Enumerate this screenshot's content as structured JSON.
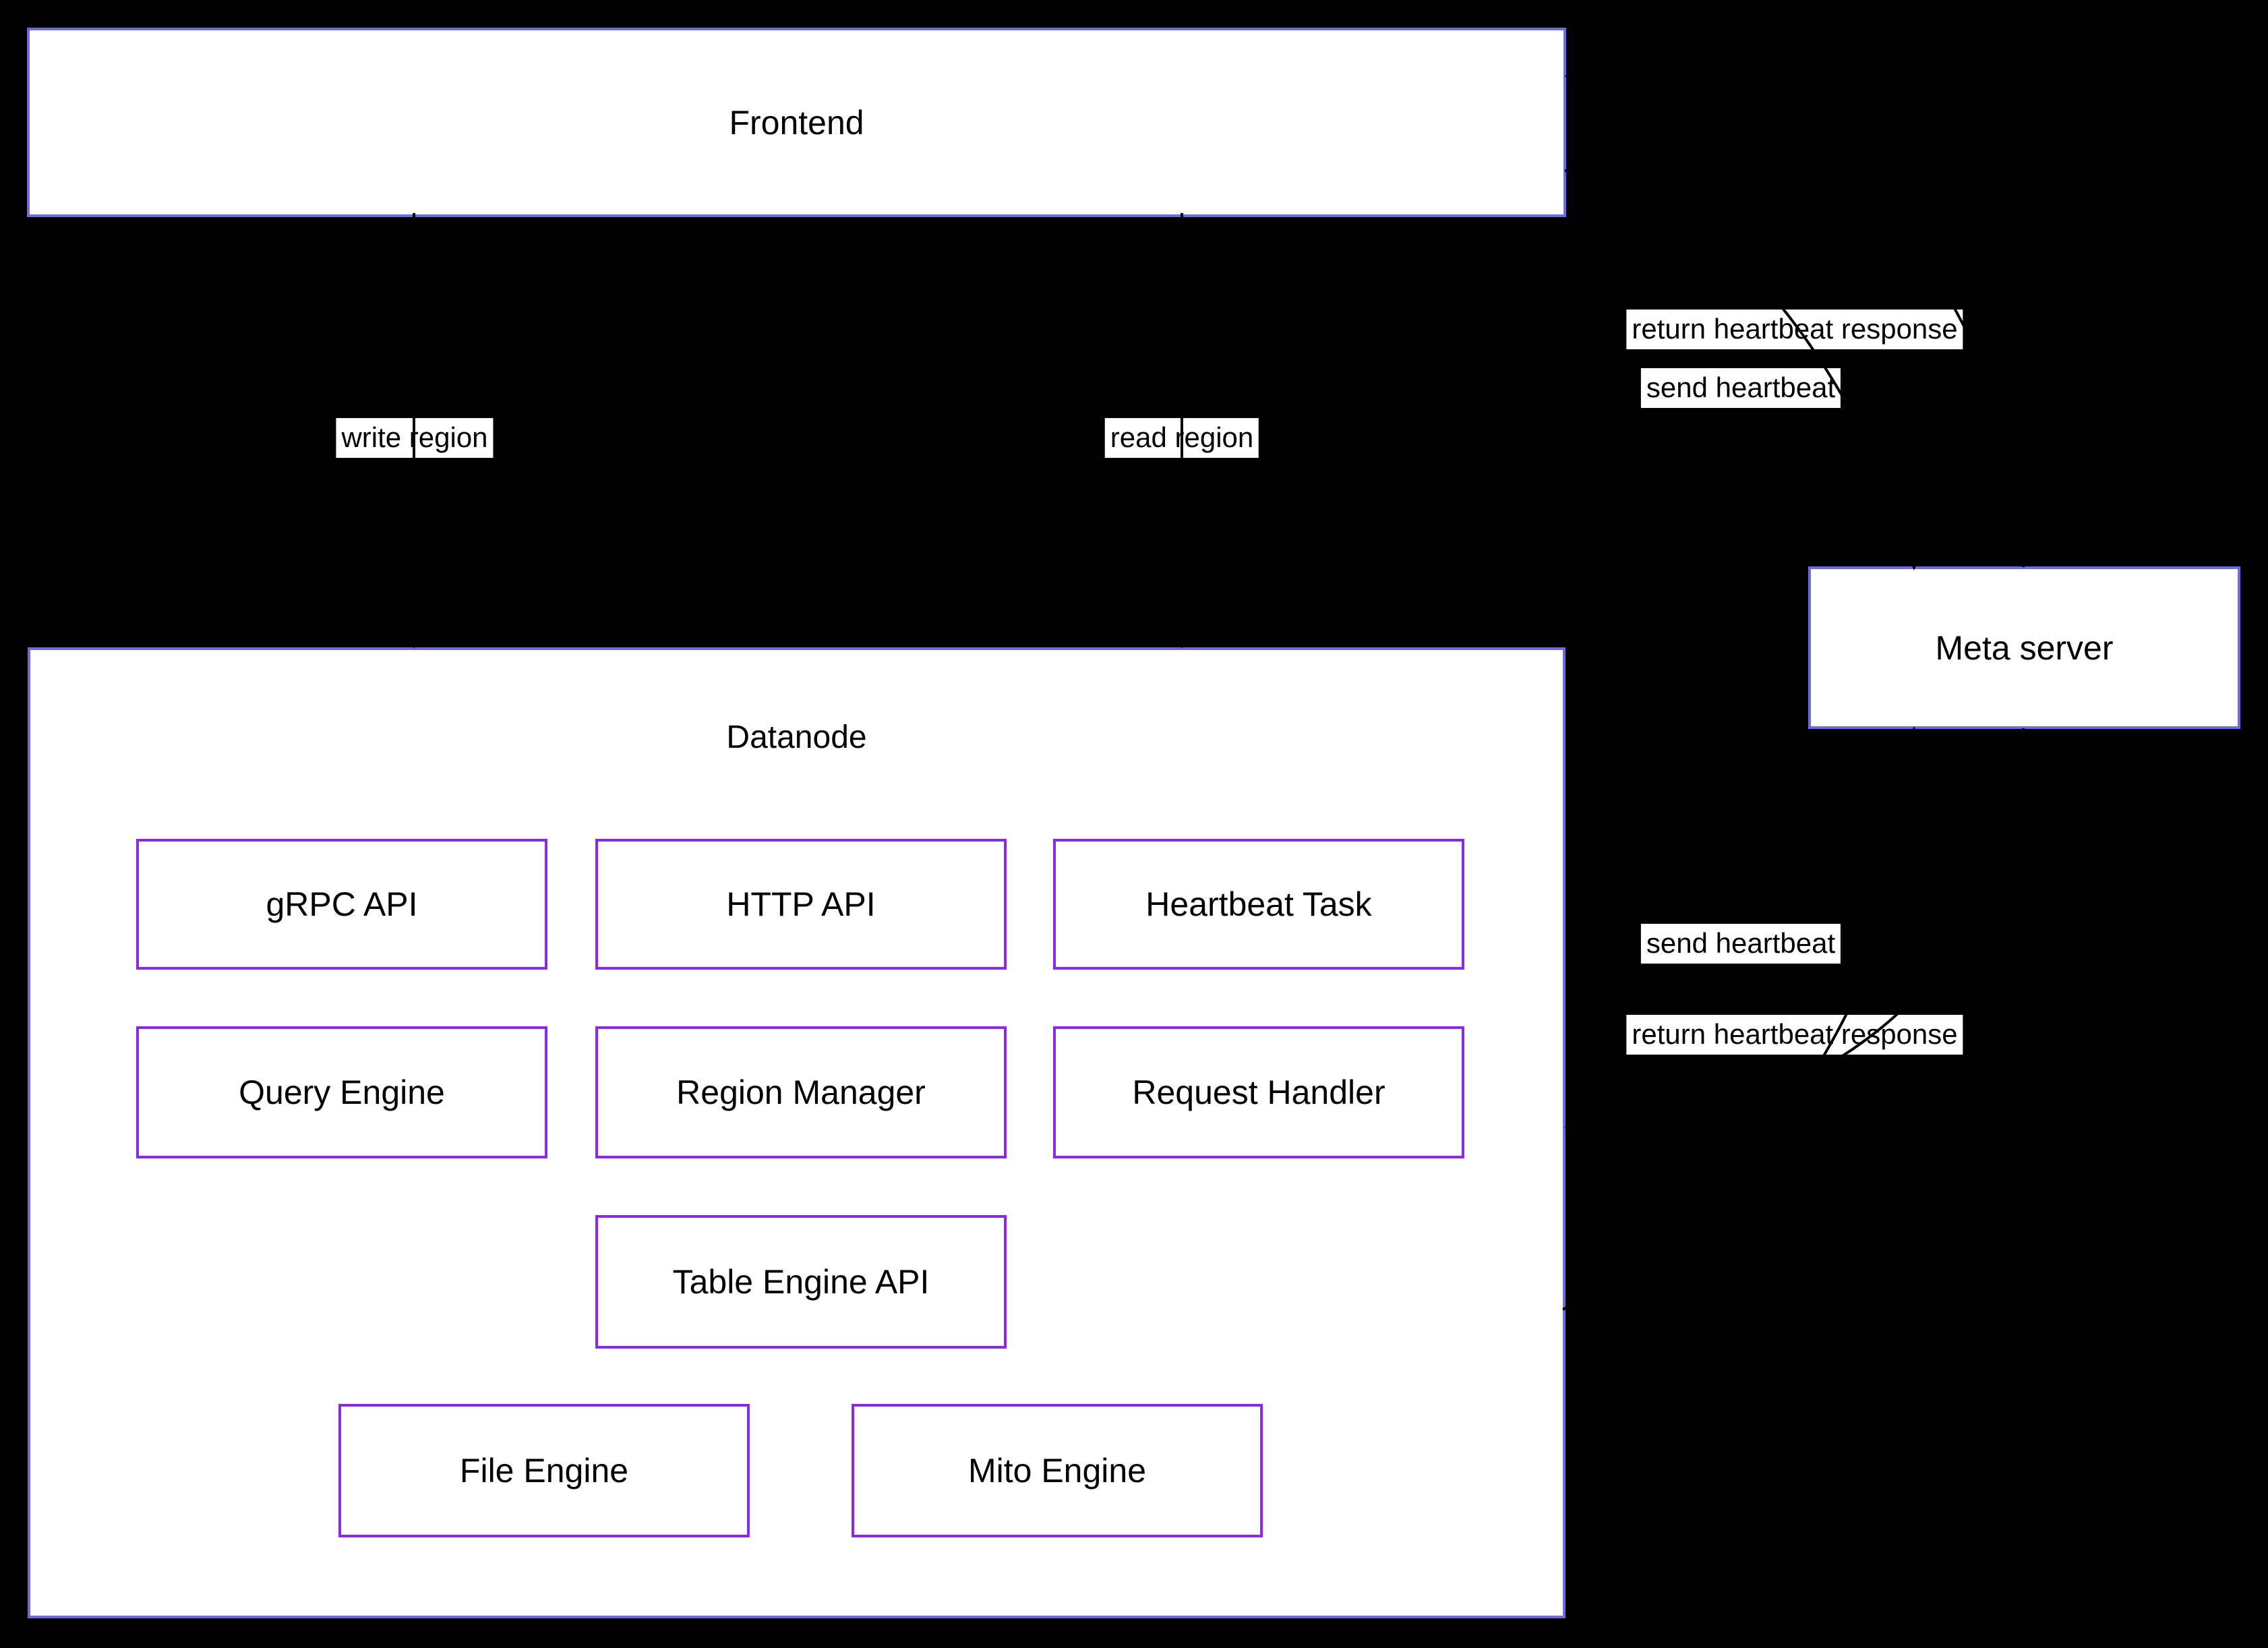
{
  "diagram": {
    "colors": {
      "background": "#000000",
      "node_fill": "#ffffff",
      "outer_border": "#6e6ae4",
      "inner_border": "#8a2be2",
      "text": "#000000",
      "edge": "#000000",
      "edge_label_bg": "#ffffff"
    },
    "nodes": {
      "frontend": {
        "label": "Frontend"
      },
      "meta_server": {
        "label": "Meta server"
      },
      "datanode": {
        "title": "Datanode",
        "children": [
          {
            "label": "gRPC API"
          },
          {
            "label": "HTTP API"
          },
          {
            "label": "Heartbeat Task"
          },
          {
            "label": "Query Engine"
          },
          {
            "label": "Region Manager"
          },
          {
            "label": "Request Handler"
          },
          {
            "label": "Table Engine API"
          },
          {
            "label": "File Engine"
          },
          {
            "label": "Mito Engine"
          }
        ]
      }
    },
    "edges": [
      {
        "label": "write region",
        "from": "Frontend",
        "to": "Datanode"
      },
      {
        "label": "read region",
        "from": "Frontend",
        "to": "Datanode"
      },
      {
        "label": "send heartbeat",
        "from": "Frontend",
        "to": "Meta server"
      },
      {
        "label": "return heartbeat response",
        "from": "Meta server",
        "to": "Frontend"
      },
      {
        "label": "send heartbeat",
        "from": "Datanode",
        "to": "Meta server"
      },
      {
        "label": "return heartbeat response",
        "from": "Meta server",
        "to": "Datanode"
      }
    ]
  }
}
